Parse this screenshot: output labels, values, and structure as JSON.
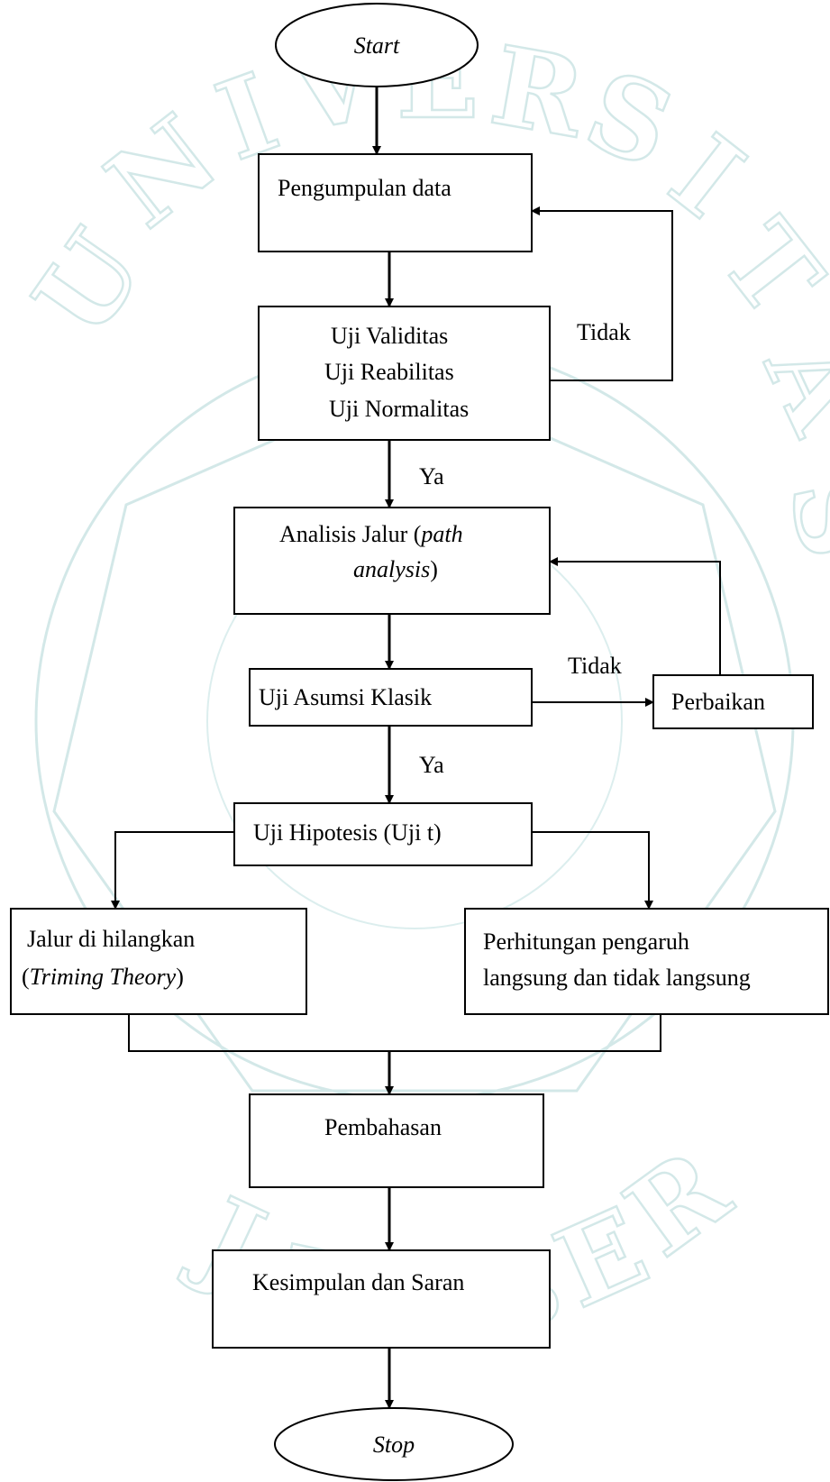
{
  "watermark": {
    "text": "UNIVERSITAS JEMBER",
    "color": "#cfe6e6"
  },
  "nodes": {
    "start": "Start",
    "pengumpulan": "Pengumpulan data",
    "uji_validitas": "Uji Validitas",
    "uji_reabilitas": "Uji Reabilitas",
    "uji_normalitas": "Uji Normalitas",
    "analisis_1": "Analisis Jalur (",
    "analisis_path": "path",
    "analisis_2": "analysis",
    "analisis_3": ")",
    "uji_asumsi": "Uji Asumsi Klasik",
    "perbaikan": "Perbaikan",
    "uji_hipotesis": "Uji Hipotesis (Uji t)",
    "jalur_1": "Jalur di hilangkan",
    "jalur_2a": "(",
    "jalur_2b": "Triming Theory",
    "jalur_2c": ")",
    "perhitungan_1": "Perhitungan pengaruh",
    "perhitungan_2": "langsung dan tidak langsung",
    "pembahasan": "Pembahasan",
    "kesimpulan": "Kesimpulan dan Saran",
    "stop": "Stop"
  },
  "edge_labels": {
    "tidak_1": "Tidak",
    "ya_1": "Ya",
    "tidak_2": "Tidak",
    "ya_2": "Ya"
  }
}
